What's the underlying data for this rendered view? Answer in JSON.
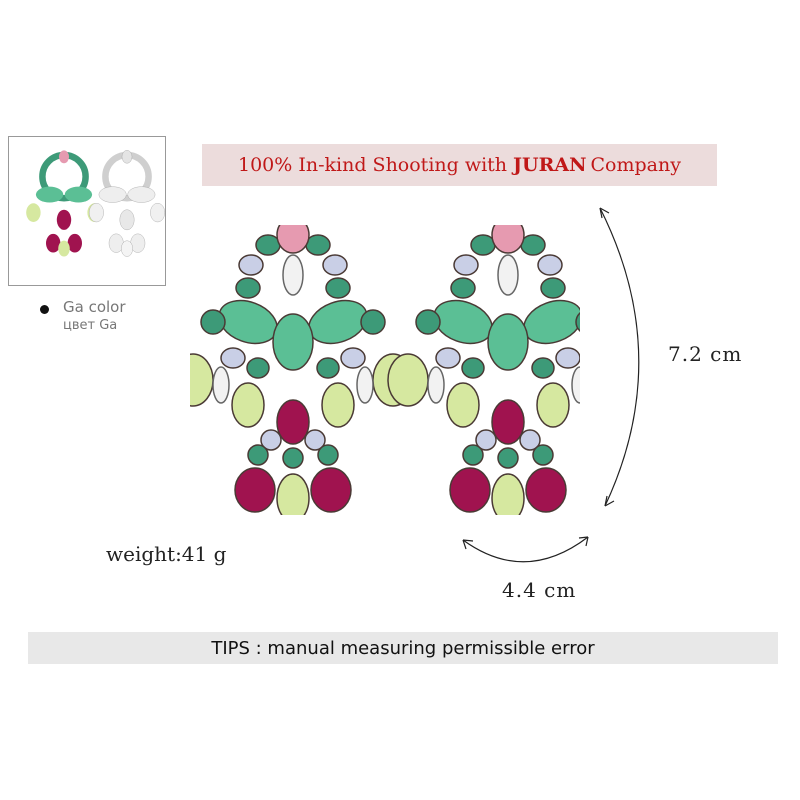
{
  "thumbnail": {
    "label": "thumbnail"
  },
  "variant": {
    "name": "Ga color",
    "name_ru": "цвет Ga"
  },
  "banner": {
    "prefix": "100% In-kind Shooting with",
    "brand": "JURAN",
    "suffix": "Company"
  },
  "dimensions": {
    "height": "7.2 cm",
    "width": "4.4 cm"
  },
  "weight": "weight:41 g",
  "tips": "TIPS : manual measuring permissible error",
  "colors": {
    "mint": "#5bbf95",
    "teal": "#3d9a78",
    "pink": "#e69ab0",
    "lilac": "#c9cfe6",
    "lime": "#d6e8a0",
    "magenta": "#a0134f",
    "clear": "#f2f2f2",
    "banner_text": "#c01818",
    "banner_bg": "#ecdcdc",
    "tips_bg": "#e8e8e8"
  }
}
